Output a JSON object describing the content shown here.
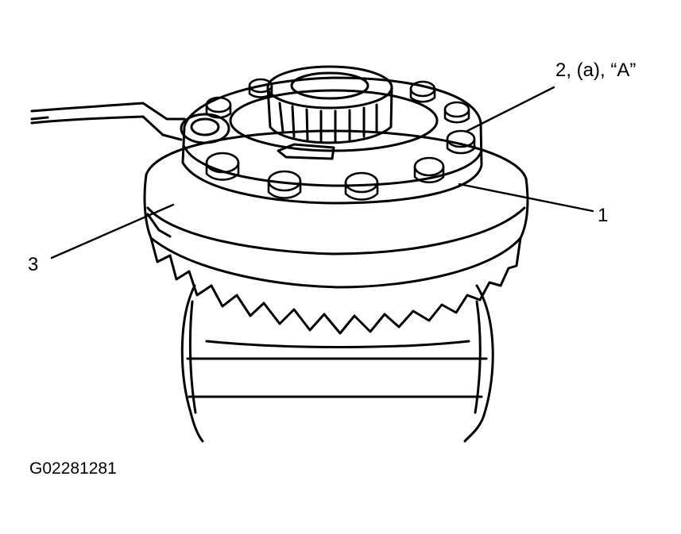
{
  "figure": {
    "callouts": [
      {
        "id": "1",
        "text": "1"
      },
      {
        "id": "2",
        "text": "2, (a), “A”"
      },
      {
        "id": "3",
        "text": "3"
      }
    ],
    "figure_code": "G02281281"
  },
  "colors": {
    "line": "#000000",
    "background": "#ffffff"
  }
}
